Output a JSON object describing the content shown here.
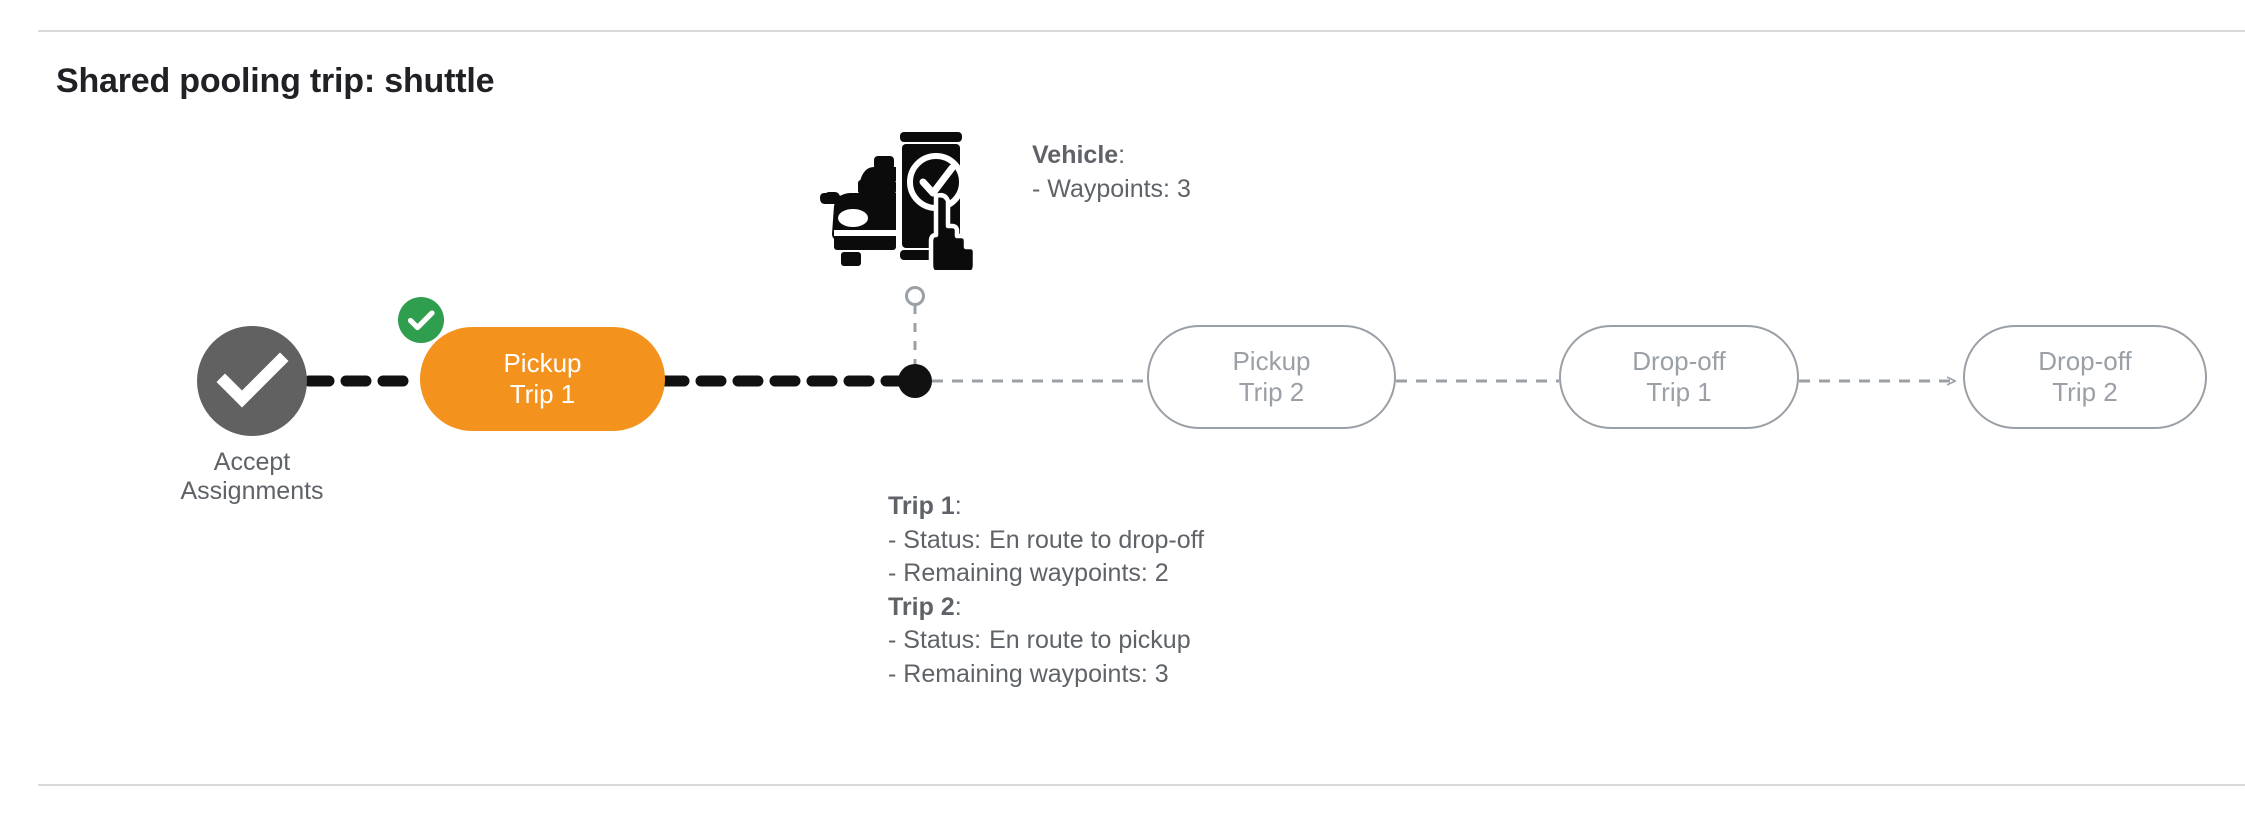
{
  "page": {
    "title": "Shared pooling trip: shuttle",
    "accent_orange": "#f4921e",
    "accent_green": "#2f9e4f",
    "muted_gray": "#9aa0a6",
    "text_gray": "#5f6368",
    "start_node_gray": "#616161"
  },
  "flow": {
    "start": {
      "icon": "check-circle-icon",
      "label_line1": "Accept",
      "label_line2": "Assignments"
    },
    "nodes": [
      {
        "id": "pickup-trip-1",
        "line1": "Pickup",
        "line2": "Trip 1",
        "state": "active",
        "badge": "check-badge-icon"
      },
      {
        "id": "pickup-trip-2",
        "line1": "Pickup",
        "line2": "Trip 2",
        "state": "pending",
        "badge": ""
      },
      {
        "id": "dropoff-trip-1",
        "line1": "Drop-off",
        "line2": "Trip 1",
        "state": "pending",
        "badge": ""
      },
      {
        "id": "dropoff-trip-2",
        "line1": "Drop-off",
        "line2": "Trip 2",
        "state": "pending",
        "badge": ""
      }
    ]
  },
  "vehicle": {
    "icon": "car-phone-check-icon",
    "heading": "Vehicle",
    "heading_colon": ":",
    "waypoints_line": "- Waypoints: 3"
  },
  "trips": {
    "trip1": {
      "heading": "Trip 1",
      "heading_colon": ":",
      "status_label": "- Status:",
      "status_value": "En route to drop-off",
      "waypoints_line": "- Remaining waypoints: 2"
    },
    "trip2": {
      "heading": "Trip 2",
      "heading_colon": ":",
      "status_label": "- Status:",
      "status_value": "En route to pickup",
      "waypoints_line": "- Remaining waypoints: 3"
    }
  }
}
